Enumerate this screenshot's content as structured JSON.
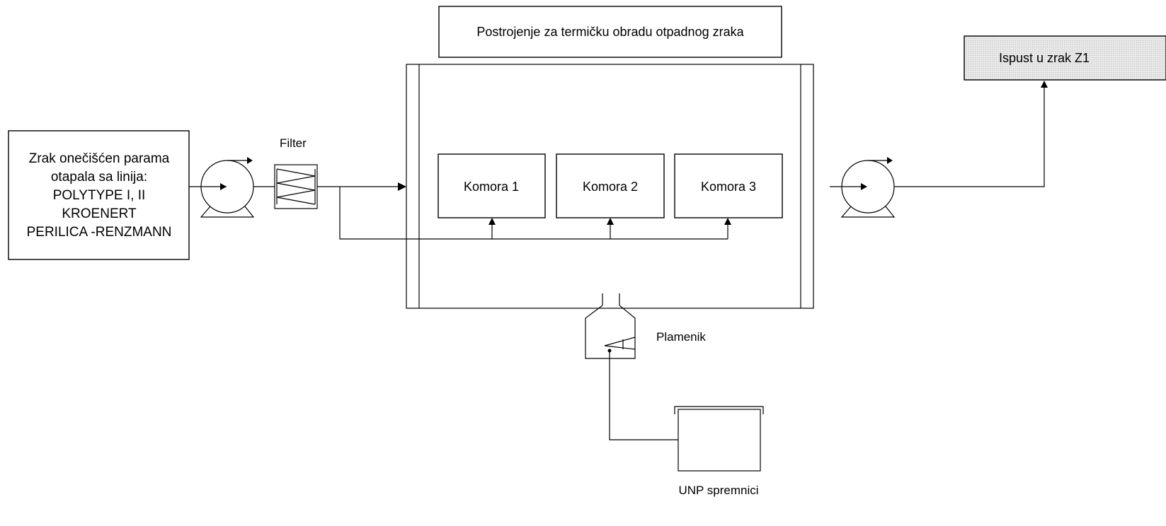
{
  "diagram": {
    "source": {
      "lines": [
        "Zrak onečišćen parama",
        "otapala sa linija:",
        "POLYTYPE I, II",
        "KROENERT",
        "PERILICA -RENZMANN"
      ]
    },
    "filter_label": "Filter",
    "plant_title": "Postrojenje za termičku obradu otpadnog zraka",
    "chambers": [
      "Komora 1",
      "Komora 2",
      "Komora 3"
    ],
    "burner_label": "Plamenik",
    "tank_label": "UNP spremnici",
    "outlet_label": "Ispust u zrak Z1",
    "colors": {
      "outlet_fill": "#e6e6e6",
      "line": "#000000"
    },
    "icons": [
      "fan-icon",
      "filter-icon",
      "burner-icon",
      "tank-icon"
    ]
  }
}
